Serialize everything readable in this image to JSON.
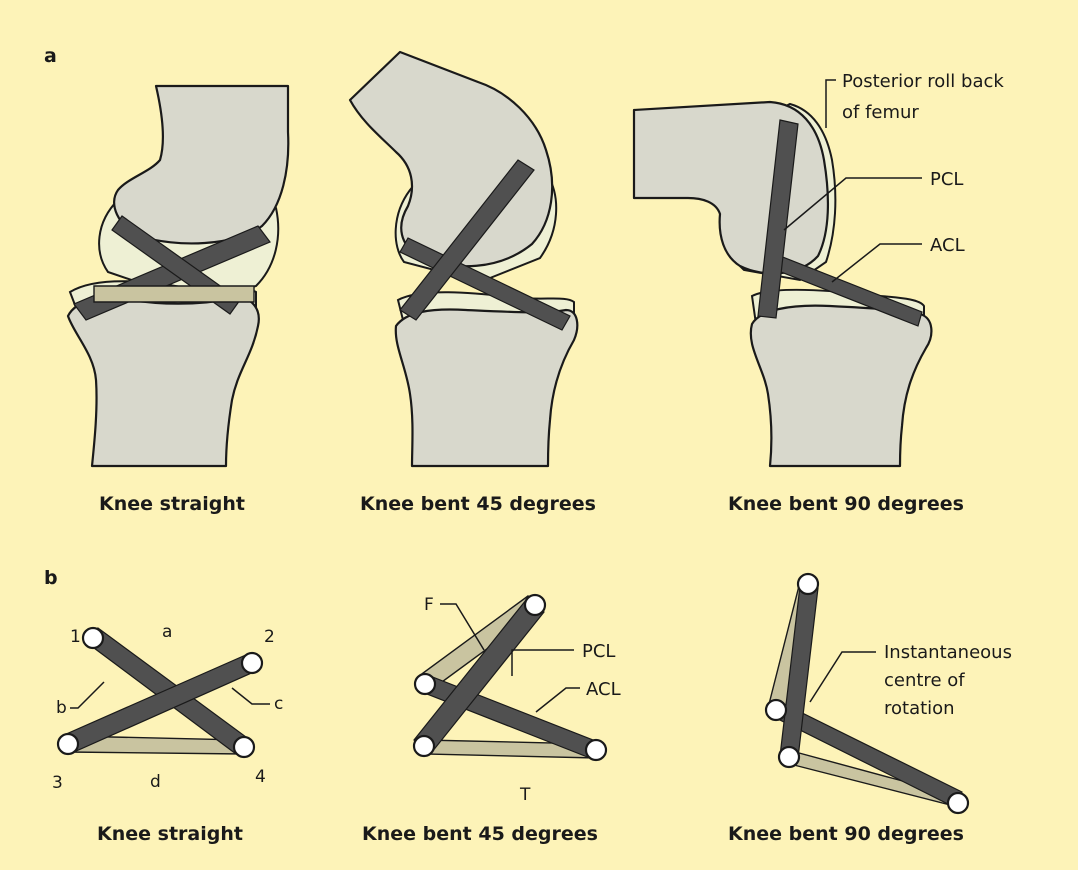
{
  "panel_a": {
    "label": "a",
    "captions": [
      "Knee straight",
      "Knee bent 45 degrees",
      "Knee bent 90 degrees"
    ],
    "callout_roll_back_line1": "Posterior roll back",
    "callout_roll_back_line2": "of femur",
    "callout_pcl": "PCL",
    "callout_acl": "ACL"
  },
  "panel_b": {
    "label": "b",
    "captions": [
      "Knee straight",
      "Knee bent 45 degrees",
      "Knee bent 90 degrees"
    ],
    "point_labels": [
      "1",
      "2",
      "3",
      "4"
    ],
    "link_labels": [
      "a",
      "b",
      "c",
      "d"
    ],
    "femur_label": "F",
    "tibia_label": "T",
    "callout_pcl": "PCL",
    "callout_acl": "ACL",
    "callout_icr_line1": "Instantaneous",
    "callout_icr_line2": "centre of",
    "callout_icr_line3": "rotation"
  },
  "colors": {
    "background": "#fdf3b8",
    "bone": "#d8d8cc",
    "cartilage": "#eef0d4",
    "ligament": "#505050",
    "link_light": "#c9c4a0"
  }
}
